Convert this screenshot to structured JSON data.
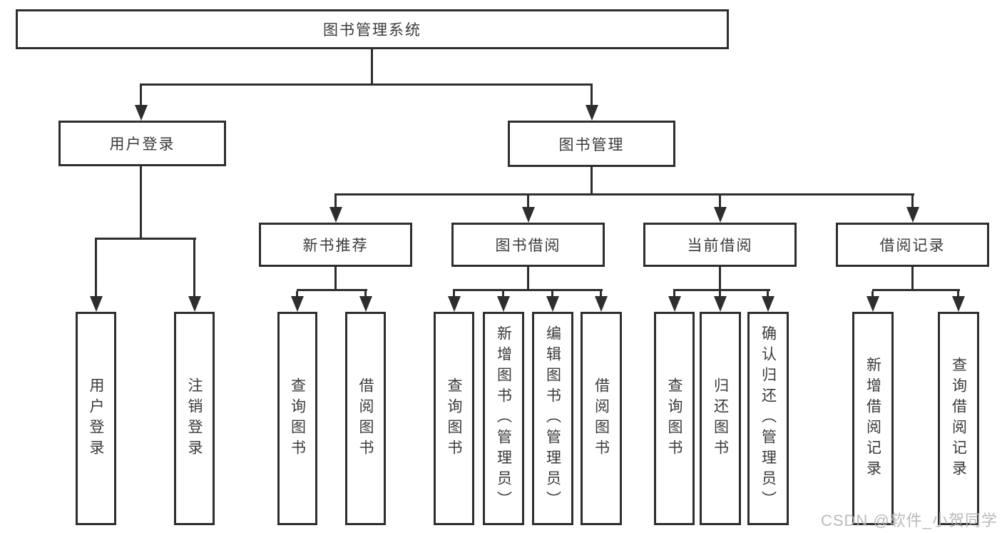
{
  "nodes": {
    "root": {
      "label": "图书管理系统"
    },
    "user_login": {
      "label": "用户登录",
      "children": [
        {
          "label": "用户登录"
        },
        {
          "label": "注销登录"
        }
      ]
    },
    "book_mgmt": {
      "label": "图书管理",
      "children": [
        {
          "label": "新书推荐",
          "children": [
            {
              "label": "查询图书"
            },
            {
              "label": "借阅图书"
            }
          ]
        },
        {
          "label": "图书借阅",
          "children": [
            {
              "label": "查询图书"
            },
            {
              "label": "新增图书（管理员）"
            },
            {
              "label": "编辑图书（管理员）"
            },
            {
              "label": "借阅图书"
            }
          ]
        },
        {
          "label": "当前借阅",
          "children": [
            {
              "label": "查询图书"
            },
            {
              "label": "归还图书"
            },
            {
              "label": "确认归还（管理员）"
            }
          ]
        },
        {
          "label": "借阅记录",
          "children": [
            {
              "label": "新增借阅记录"
            },
            {
              "label": "查询借阅记录"
            }
          ]
        }
      ]
    }
  },
  "colors": {
    "line": "#2e2e2e",
    "text": "#3a3a3a",
    "watermark": "#b4b4ba"
  },
  "watermark": {
    "text": "CSDN @软件_小贺同学"
  }
}
